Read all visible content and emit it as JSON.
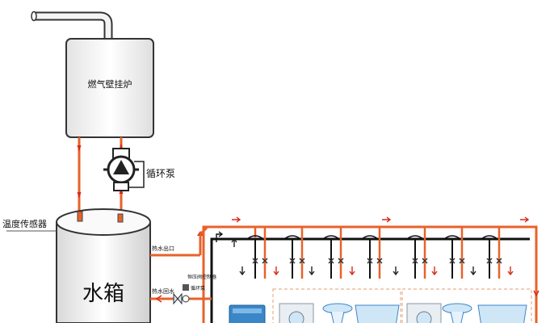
{
  "labels": {
    "boiler": "燃气壁挂炉",
    "pump": "循环泵",
    "temp_sensor": "温度传感器",
    "tank": "水箱",
    "hot_out": "热水出口",
    "hot_return": "热水回水",
    "small_controller": "恒压阀控制器",
    "small_pump": "循环泵"
  },
  "colors": {
    "hot_pipe": "#e8622a",
    "cold_pipe": "#111111",
    "arrow_red": "#d42a1a",
    "arrow_dark": "#222222",
    "tank_fill": "#ffffff",
    "boiler_fill": "#ffffff",
    "fixture_blue": "#3a87c8",
    "fixture_light": "#cfe6f7",
    "dashed_box": "#e7b08b"
  },
  "icons": {
    "pump": "pump-icon",
    "sensor": "temperature-sensor-icon",
    "valve": "valve-icon",
    "washer": "washing-machine-icon",
    "basin": "wash-basin-icon",
    "bathtub": "bathtub-icon",
    "water_heater": "water-heater-icon"
  }
}
